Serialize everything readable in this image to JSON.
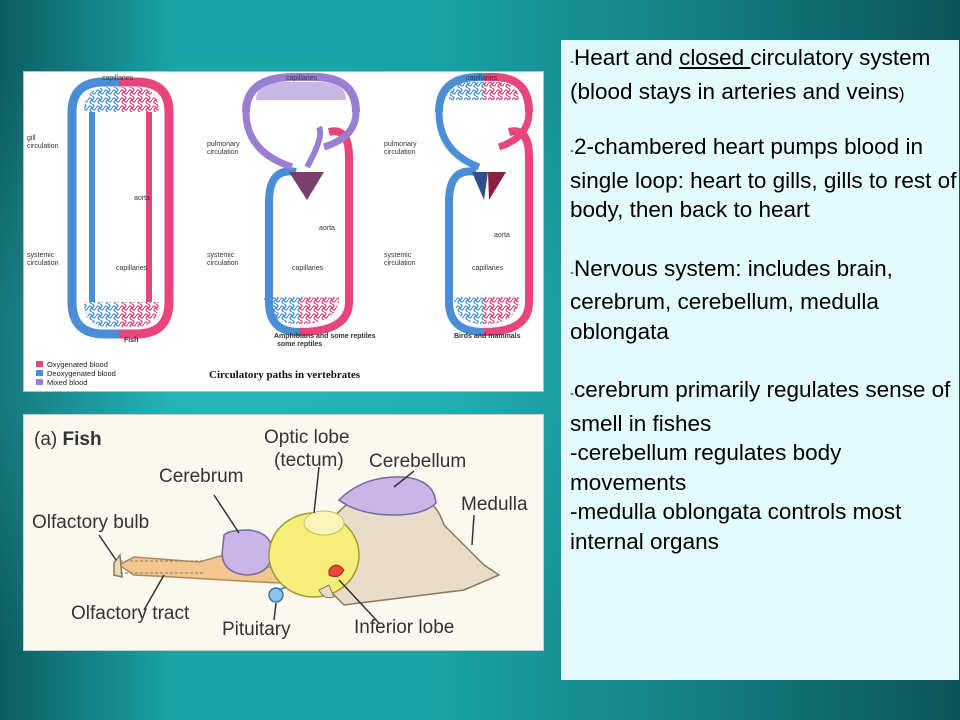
{
  "text_panel": {
    "p1_dash": "-",
    "p1_a": "Heart and ",
    "p1_underlined": "closed ",
    "p1_b": "circulatory system (blood stays in arteries and veins",
    "p1_close": ")",
    "p2_dash": "-",
    "p2": "2-chambered heart pumps blood in single loop: heart to gills, gills to rest of body, then back to heart",
    "p3_dash": "-",
    "p3": "Nervous system: includes brain, cerebrum, cerebellum, medulla oblongata",
    "p4_dash": "-",
    "p4_l1": "cerebrum primarily regulates sense of smell in fishes",
    "p4_l2": "-cerebellum regulates body movements",
    "p4_l3": "-medulla oblongata controls most internal organs"
  },
  "circulation_figure": {
    "caption": "Circulatory paths in vertebrates",
    "panels": [
      {
        "name": "Fish",
        "top_label": "capillaries",
        "bottom_label": "capillaries",
        "left_top": [
          "gill",
          "circulation"
        ],
        "left_bottom": [
          "systemic",
          "circulation"
        ],
        "middle": "aorta"
      },
      {
        "name": "Amphibians and some reptiles",
        "top_label": "capillaries",
        "bottom_label": "capillaries",
        "left_top": [
          "pulmonary",
          "circulation"
        ],
        "left_bottom": [
          "systemic",
          "circulation"
        ],
        "middle": "aorta"
      },
      {
        "name": "Birds and mammals",
        "top_label": "capillaries",
        "bottom_label": "capillaries",
        "left_top": [
          "pulmonary",
          "circulation"
        ],
        "left_bottom": [
          "systemic",
          "circulation"
        ],
        "middle": "aorta"
      }
    ],
    "caption_line2": "some reptiles",
    "legend": [
      {
        "label": "Oxygenated blood",
        "color": "#e8457a"
      },
      {
        "label": "Deoxygenated blood",
        "color": "#4a8fd6"
      },
      {
        "label": "Mixed blood",
        "color": "#9a7fd0"
      }
    ]
  },
  "brain_figure": {
    "title_prefix": "(a) ",
    "title_bold": "Fish",
    "labels": {
      "optic_lobe_1": "Optic lobe",
      "optic_lobe_2": "(tectum)",
      "cerebrum": "Cerebrum",
      "cerebellum": "Cerebellum",
      "olfactory_bulb": "Olfactory bulb",
      "medulla": "Medulla",
      "olfactory_tract": "Olfactory tract",
      "pituitary": "Pituitary",
      "inferior_lobe": "Inferior lobe"
    }
  },
  "colors": {
    "panel_bg": "#e3fbff",
    "oxygenated": "#e8457a",
    "deoxygenated": "#4a8fd6",
    "mixed": "#9a7fd0"
  }
}
